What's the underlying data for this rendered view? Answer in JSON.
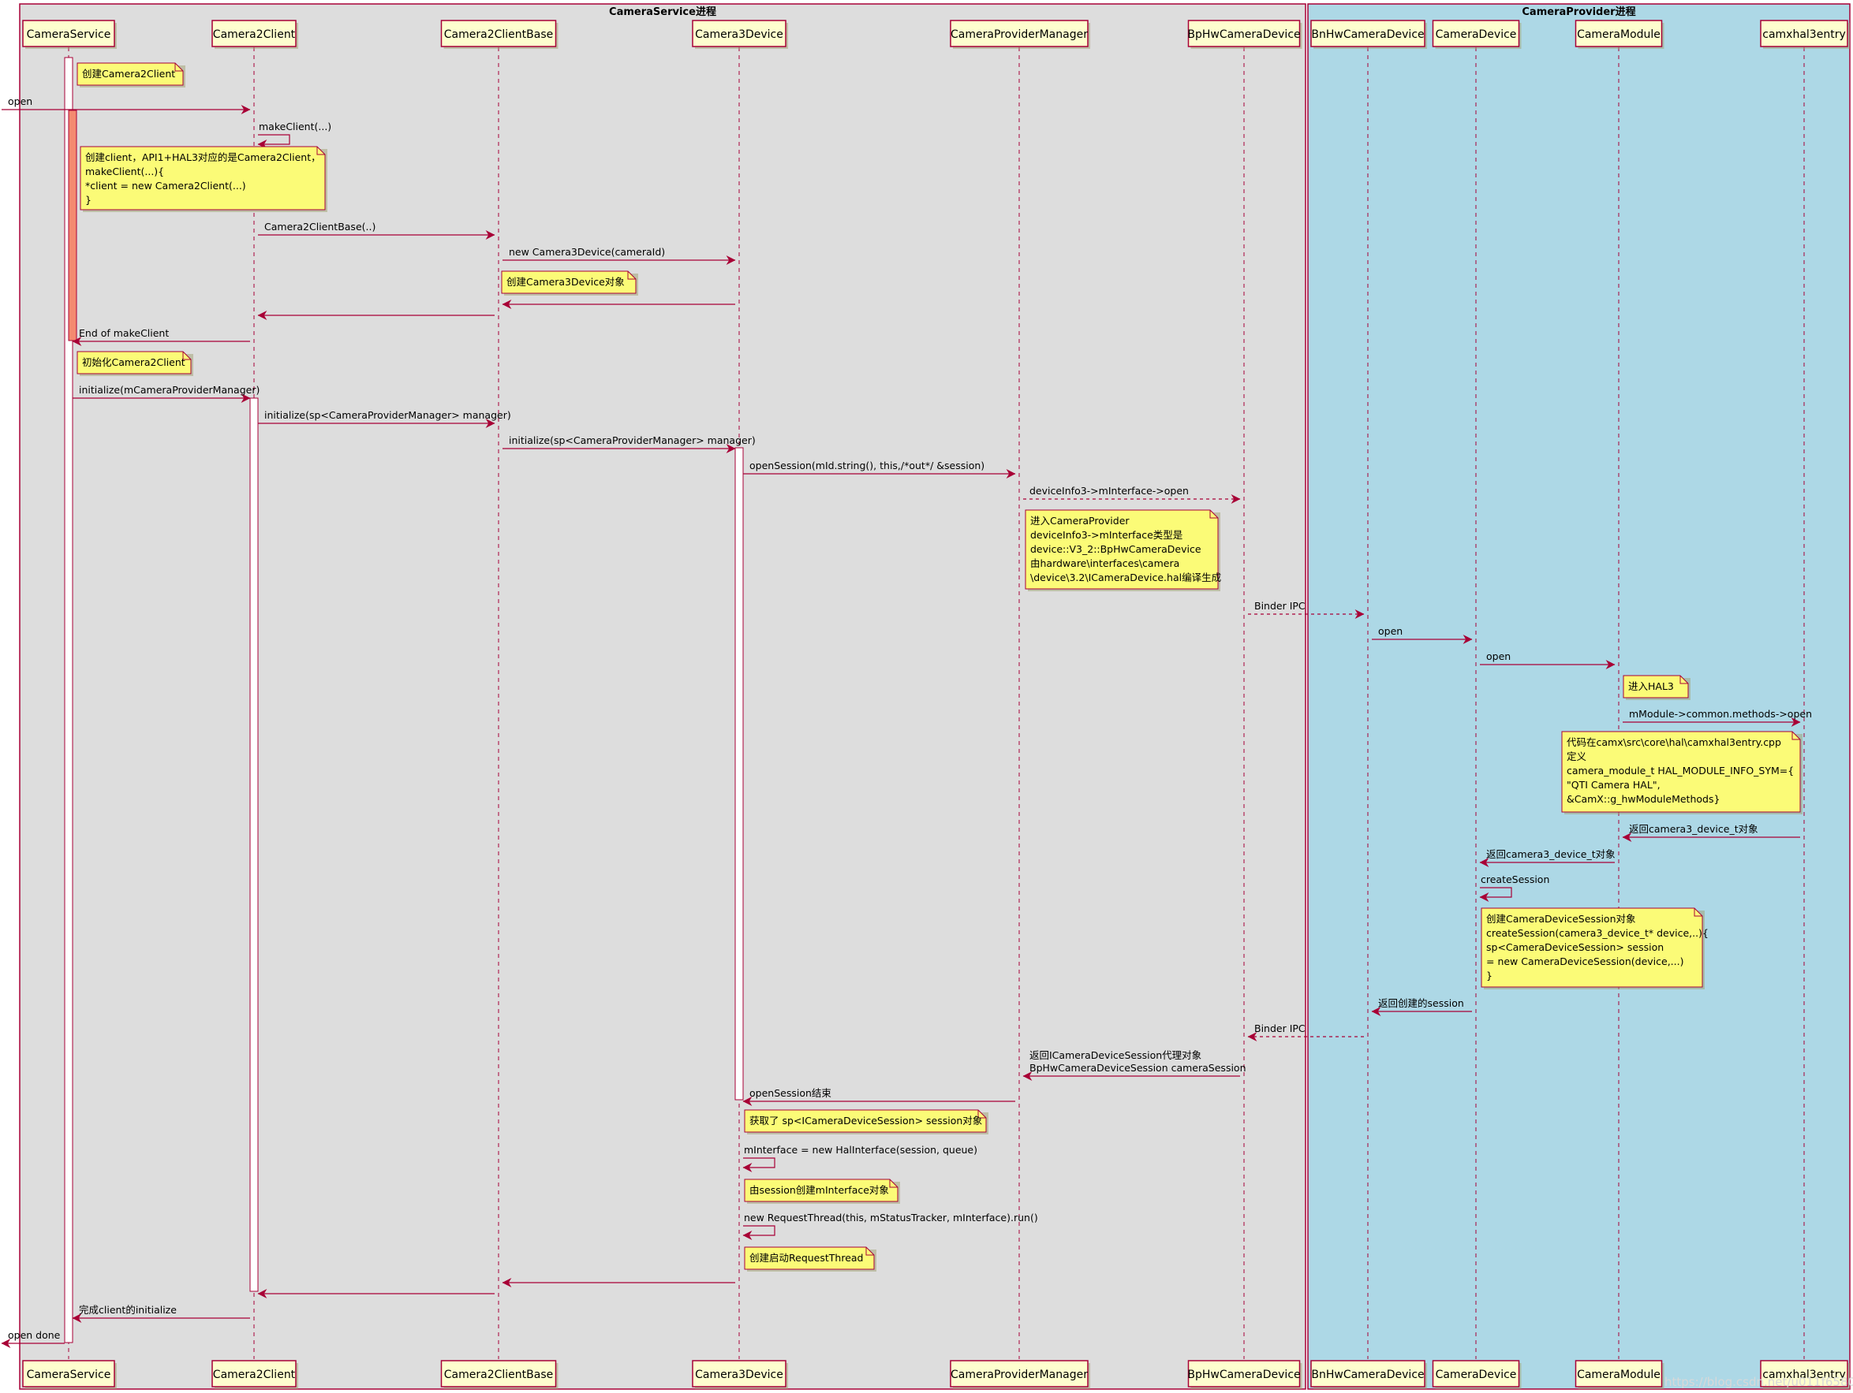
{
  "colors": {
    "line": "#a80036",
    "box_cameraservice": "#dddddd",
    "box_cameraprovider": "#add8e6",
    "participant_fill": "#fefece",
    "note_fill": "#fbfb77",
    "activation_hot": "#f48a70",
    "activation_fill": "#ffffff"
  },
  "boxes": [
    {
      "id": "cameraservice",
      "title": "CameraService进程"
    },
    {
      "id": "cameraprovider",
      "title": "CameraProvider进程"
    }
  ],
  "participants": [
    {
      "id": "cs",
      "label": "CameraService"
    },
    {
      "id": "c2c",
      "label": "Camera2Client"
    },
    {
      "id": "c2cb",
      "label": "Camera2ClientBase"
    },
    {
      "id": "c3d",
      "label": "Camera3Device"
    },
    {
      "id": "cpm",
      "label": "CameraProviderManager"
    },
    {
      "id": "bphw",
      "label": "BpHwCameraDevice"
    },
    {
      "id": "bnhw",
      "label": "BnHwCameraDevice"
    },
    {
      "id": "cd",
      "label": "CameraDevice"
    },
    {
      "id": "cm",
      "label": "CameraModule"
    },
    {
      "id": "camx",
      "label": "camxhal3entry"
    }
  ],
  "messages": [
    {
      "label": "open"
    },
    {
      "label": "makeClient(...)"
    },
    {
      "label": "Camera2ClientBase(..)"
    },
    {
      "label": "new Camera3Device(cameraId)"
    },
    {
      "label": ""
    },
    {
      "label": ""
    },
    {
      "label": "End of makeClient"
    },
    {
      "label": "initialize(mCameraProviderManager)"
    },
    {
      "label": "initialize(sp<CameraProviderManager> manager)"
    },
    {
      "label": "initialize(sp<CameraProviderManager> manager)"
    },
    {
      "label": "openSession(mId.string(), this,/*out*/ &session)"
    },
    {
      "label": "deviceInfo3->mInterface->open"
    },
    {
      "label": "Binder IPC"
    },
    {
      "label": "open"
    },
    {
      "label": "open"
    },
    {
      "label": "mModule->common.methods->open"
    },
    {
      "label": "返回camera3_device_t对象"
    },
    {
      "label": "返回camera3_device_t对象"
    },
    {
      "label": "createSession"
    },
    {
      "label": "返回创建的session"
    },
    {
      "label": "Binder IPC"
    },
    {
      "label": "返回ICameraDeviceSession代理对象"
    },
    {
      "label": "BpHwCameraDeviceSession cameraSession"
    },
    {
      "label": "openSession结束"
    },
    {
      "label": "mInterface = new HalInterface(session, queue)"
    },
    {
      "label": "new RequestThread(this, mStatusTracker, mInterface).run()"
    },
    {
      "label": ""
    },
    {
      "label": ""
    },
    {
      "label": "完成client的initialize"
    },
    {
      "label": "open done"
    }
  ],
  "notes": [
    {
      "lines": [
        "创建Camera2Client"
      ]
    },
    {
      "lines": [
        "创建client，API1+HAL3对应的是Camera2Client，",
        "makeClient(...){",
        "    *client = new Camera2Client(...)",
        "}"
      ]
    },
    {
      "lines": [
        "创建Camera3Device对象"
      ]
    },
    {
      "lines": [
        "初始化Camera2Client"
      ]
    },
    {
      "lines": [
        "进入CameraProvider",
        "deviceInfo3->mInterface类型是",
        "device::V3_2::BpHwCameraDevice",
        "由hardware\\interfaces\\camera",
        "\\device\\3.2\\ICameraDevice.hal编译生成"
      ]
    },
    {
      "lines": [
        "进入HAL3"
      ]
    },
    {
      "lines": [
        "代码在camx\\src\\core\\hal\\camxhal3entry.cpp",
        "定义",
        "camera_module_t HAL_MODULE_INFO_SYM={",
        "    \"QTI Camera HAL\",",
        "    &CamX::g_hwModuleMethods}"
      ]
    },
    {
      "lines": [
        "创建CameraDeviceSession对象",
        "createSession(camera3_device_t* device,..){",
        "    sp<CameraDeviceSession> session",
        "    = new CameraDeviceSession(device,...)",
        "}"
      ]
    },
    {
      "lines": [
        "获取了 sp<ICameraDeviceSession> session对象"
      ]
    },
    {
      "lines": [
        "由session创建mInterface对象"
      ]
    },
    {
      "lines": [
        "创建启动RequestThread"
      ]
    }
  ],
  "watermark": "https://blog.csdn.net/u011f6580"
}
